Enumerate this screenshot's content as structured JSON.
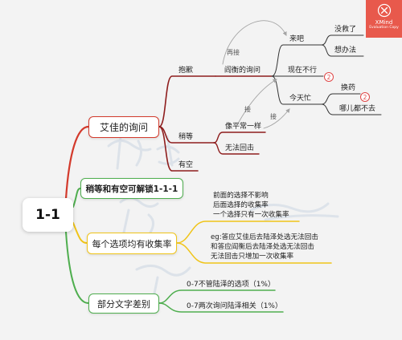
{
  "badge": {
    "brand": "XMind",
    "subtitle": "Evaluation Copy",
    "icon": "xmind-logo-icon",
    "color": "#e8594c"
  },
  "colors": {
    "root_red": "#d33a2c",
    "branch_green": "#4fae4f",
    "branch_yellow": "#f0c419",
    "sub_red": "#8e1d1d",
    "sub_dark": "#333333",
    "relation_gray": "#a3a3a3",
    "marker_red": "#e04848"
  },
  "root": {
    "label": "1-1"
  },
  "aijia": {
    "label": "艾佳的询问",
    "baoqian": {
      "label": "抱歉",
      "yanheng": {
        "label": "阎衡的询问",
        "laiba": {
          "label": "来吧",
          "children": [
            "没救了",
            "想办法"
          ]
        },
        "xianzaibuxing": {
          "label": "现在不行",
          "marker": "2"
        },
        "jintianmang": {
          "label": "今天忙",
          "huanyao": {
            "label": "换药",
            "marker": "2"
          },
          "naerdoubuqu": {
            "label": "哪儿都不去"
          }
        }
      }
    },
    "shaodeng": {
      "label": "稍等",
      "children": [
        "像平常一样",
        "无法回击"
      ]
    },
    "youkong": {
      "label": "有空"
    },
    "relations": [
      "再接",
      "接",
      "接"
    ]
  },
  "unlock": {
    "label": "稍等和有空可解锁1-1-1"
  },
  "collection": {
    "label": "每个选项均有收集率",
    "note1": [
      "前面的选择不影响",
      "后面选择的收集率",
      "一个选择只有一次收集率"
    ],
    "note2": [
      "eg:答应艾佳后去陆泽处选无法回击",
      "和答应阎衡后去陆泽处选无法回击",
      "无法回击只增加一次收集率"
    ]
  },
  "differences": {
    "label": "部分文字差别",
    "children": [
      "0-7不管陆泽的选项（1%）",
      "0-7两次询问陆泽相关（1%）"
    ]
  }
}
